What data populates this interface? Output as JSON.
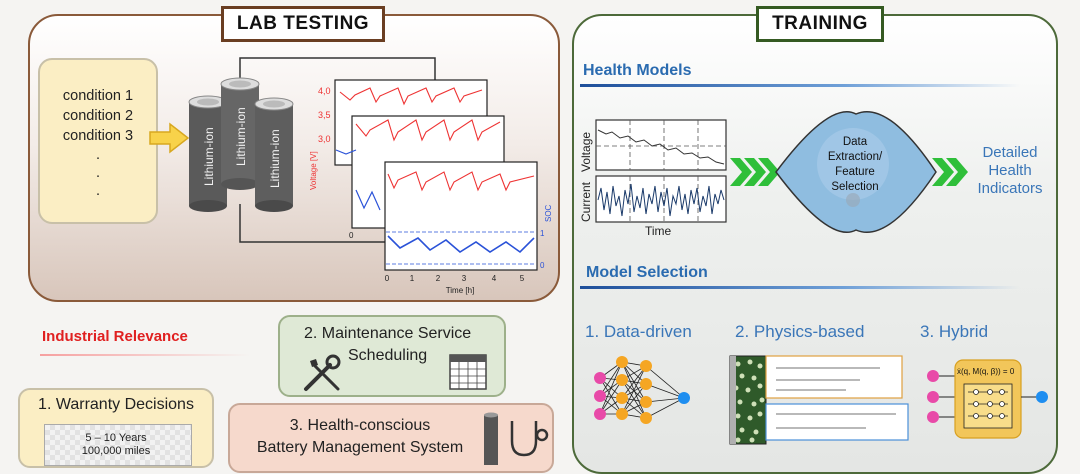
{
  "lab": {
    "title": "LAB TESTING",
    "conditions": [
      "condition 1",
      "condition 2",
      "condition 3",
      ".",
      ".",
      "."
    ],
    "cells": [
      "Lithium-ion",
      "Lithium-ion",
      "Lithium-ion"
    ],
    "plot": {
      "y_ticks": [
        "4,0",
        "3,5",
        "3,0"
      ],
      "y_label": "Voltage [V]",
      "x_ticks": [
        "0",
        "1",
        "2",
        "3",
        "4",
        "5"
      ],
      "x_label": "Time [h]",
      "soc_label": "SOC",
      "soc_ticks": [
        "1",
        "0"
      ],
      "behind_x_tick": "0"
    }
  },
  "training": {
    "title": "TRAINING",
    "health_models": "Health Models",
    "voltage_label": "Voltage",
    "current_label": "Current",
    "time_label": "Time",
    "data_extraction": [
      "Data",
      "Extraction/",
      "Feature",
      "Selection"
    ],
    "health_indicators": [
      "Detailed",
      "Health",
      "Indicators"
    ],
    "model_selection": "Model Selection",
    "models": [
      "1. Data-driven",
      "2. Physics-based",
      "3. Hybrid"
    ],
    "hybrid_eq": "ẋ(q, M(q, β)) = 0"
  },
  "industrial": {
    "title": "Industrial Relevance",
    "maintenance": [
      "2. Maintenance Service",
      "Scheduling"
    ],
    "warranty": {
      "title": "1. Warranty Decisions",
      "line1": "5 – 10 Years",
      "line2": "100,000 miles"
    },
    "bms": [
      "3. Health-conscious",
      "Battery Management System"
    ]
  },
  "colors": {
    "lab_border": "#8a5a3a",
    "training_border": "#4d6a3a",
    "accent_blue": "#3a76b8",
    "red": "#e02020",
    "arrow_green": "#2fbf3a"
  }
}
